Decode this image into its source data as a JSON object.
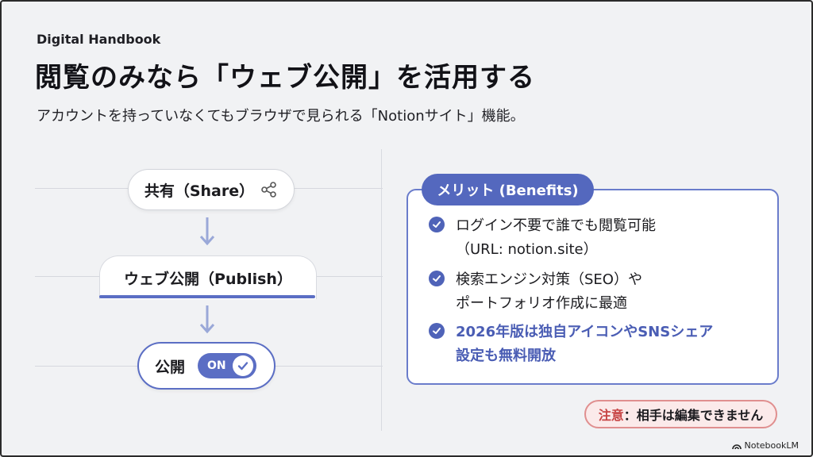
{
  "header": {
    "eyebrow": "Digital Handbook",
    "title": "閲覧のみなら「ウェブ公開」を活用する",
    "subtitle": "アカウントを持っていなくてもブラウザで見られる「Notionサイト」機能。"
  },
  "flow": {
    "share_label": "共有（Share）",
    "share_icon": "share-icon",
    "publish_label": "ウェブ公開（Publish）",
    "public_label": "公開",
    "toggle_label": "ON",
    "toggle_state": "on",
    "accent_color": "#5b6ec4"
  },
  "benefits": {
    "heading": "メリット (Benefits)",
    "items": [
      {
        "line1": "ログイン不要で誰でも閲覧可能",
        "line2": "（URL: notion.site）",
        "highlight": false
      },
      {
        "line1": "検索エンジン対策（SEO）や",
        "line2": "ポートフォリオ作成に最適",
        "highlight": false
      },
      {
        "line1": "2026年版は独自アイコンやSNSシェア",
        "line2": "設定も無料開放",
        "highlight": true
      }
    ]
  },
  "note": {
    "label": "注意",
    "separator": "：",
    "text": "相手は編集できません",
    "color": "#c74545"
  },
  "footer": {
    "brand": "NotebookLM"
  }
}
